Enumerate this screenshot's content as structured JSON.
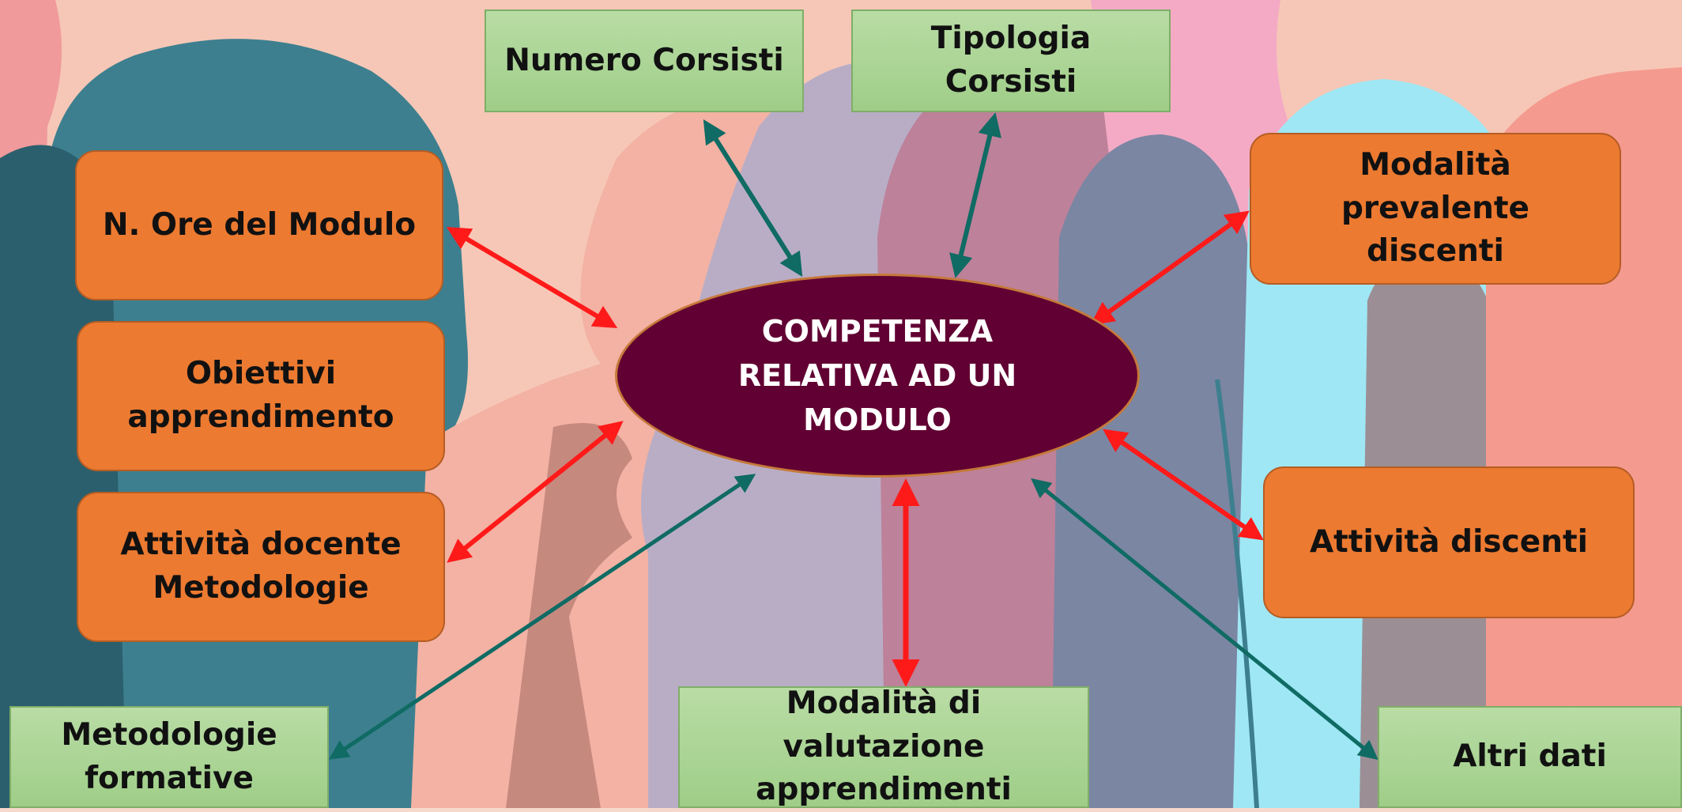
{
  "colors": {
    "orange_box": "#ec7a31",
    "green_box": "#a7d490",
    "center_ellipse": "#610032",
    "arrow_red": "#ff1a1a",
    "arrow_teal": "#0f6b64"
  },
  "center": {
    "lines": [
      "COMPETENZA",
      "RELATIVA AD UN",
      "MODULO"
    ]
  },
  "nodes": {
    "numero_corsisti": {
      "lines": [
        "Numero Corsisti"
      ]
    },
    "tipologia_corsisti": {
      "lines": [
        "Tipologia Corsisti"
      ]
    },
    "ore_modulo": {
      "lines": [
        "N. Ore del Modulo"
      ]
    },
    "obiettivi": {
      "lines": [
        "Obiettivi",
        "apprendimento"
      ]
    },
    "attivita_docente": {
      "lines": [
        "Attività docente",
        "Metodologie"
      ]
    },
    "modalita_prevalente": {
      "lines": [
        "Modalità prevalente",
        "discenti"
      ]
    },
    "attivita_discenti": {
      "lines": [
        "Attività discenti"
      ]
    },
    "metodologie_formative": {
      "lines": [
        "Metodologie",
        "formative"
      ]
    },
    "modalita_valutazione": {
      "lines": [
        "Modalità di valutazione",
        "apprendimenti"
      ]
    },
    "altri_dati": {
      "lines": [
        "Altri dati"
      ]
    }
  },
  "connections": [
    {
      "from": "numero_corsisti",
      "to": "center",
      "color": "arrow_teal"
    },
    {
      "from": "tipologia_corsisti",
      "to": "center",
      "color": "arrow_teal"
    },
    {
      "from": "ore_modulo",
      "to": "center",
      "color": "arrow_red"
    },
    {
      "from": "attivita_docente",
      "to": "center",
      "color": "arrow_red"
    },
    {
      "from": "modalita_prevalente",
      "to": "center",
      "color": "arrow_red"
    },
    {
      "from": "attivita_discenti",
      "to": "center",
      "color": "arrow_red"
    },
    {
      "from": "metodologie_formative",
      "to": "center",
      "color": "arrow_teal"
    },
    {
      "from": "modalita_valutazione",
      "to": "center",
      "color": "arrow_red"
    },
    {
      "from": "altri_dati",
      "to": "center",
      "color": "arrow_teal"
    }
  ]
}
